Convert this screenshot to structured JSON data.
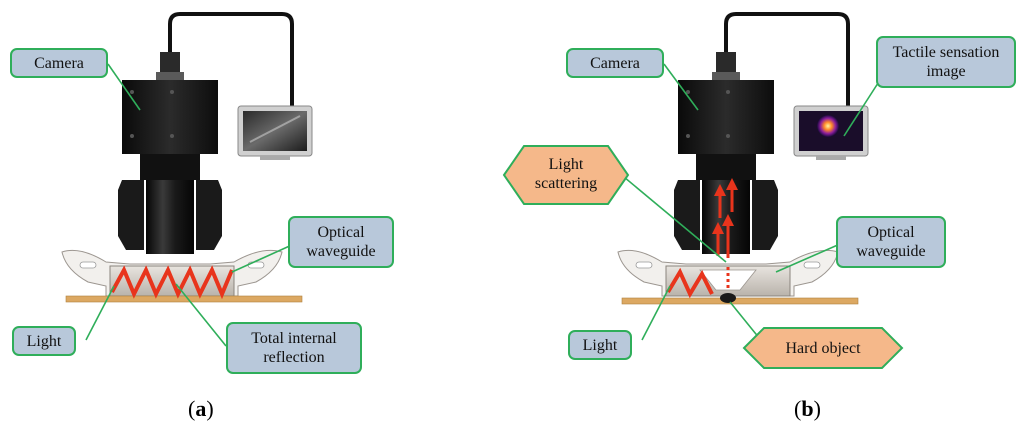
{
  "panel_a": {
    "camera": "Camera",
    "optical_waveguide": [
      "Optical",
      "waveguide"
    ],
    "light": "Light",
    "total_internal_reflection": [
      "Total internal",
      "reflection"
    ],
    "caption_open": "(",
    "caption_letter": "a",
    "caption_close": ")"
  },
  "panel_b": {
    "camera": "Camera",
    "tactile_sensation_image": [
      "Tactile sensation",
      "image"
    ],
    "light_scattering": [
      "Light",
      "scattering"
    ],
    "optical_waveguide": [
      "Optical",
      "waveguide"
    ],
    "light": "Light",
    "hard_object": "Hard object",
    "caption_open": "(",
    "caption_letter": "b",
    "caption_close": ")"
  },
  "colors": {
    "label_fill": "#b8c8da",
    "label_border": "#2fae5a",
    "diamond_fill": "#f5b88a",
    "arrow_red": "#e8341c",
    "table_wood": "#dca862"
  }
}
